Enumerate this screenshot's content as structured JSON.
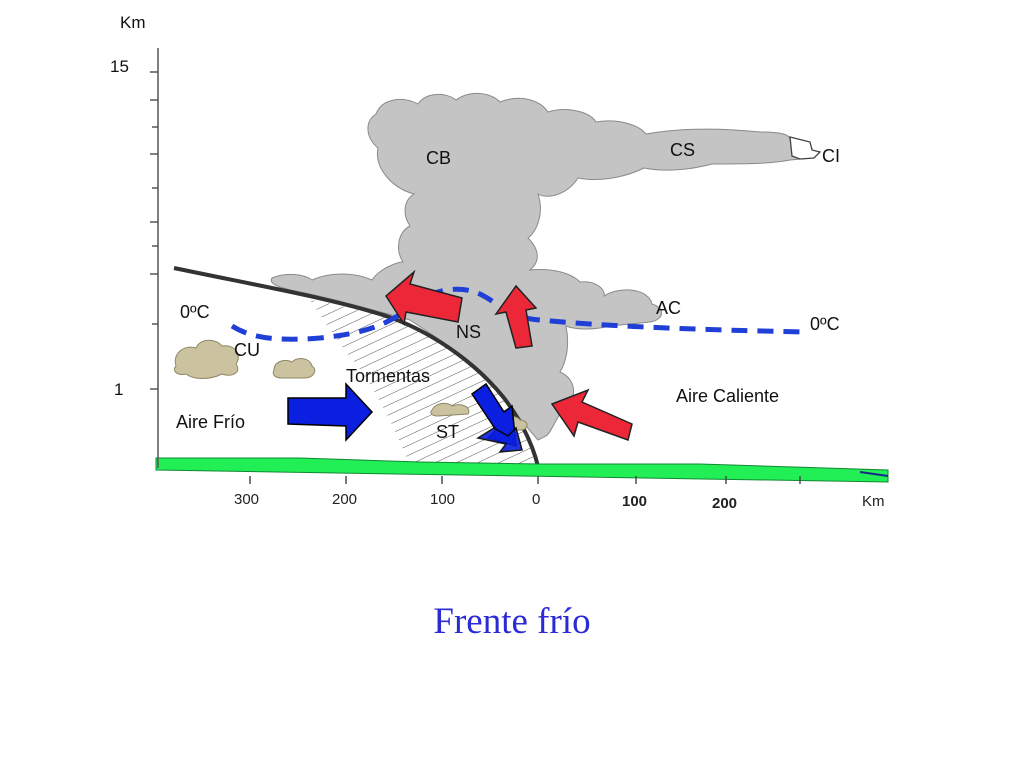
{
  "colors": {
    "cloud_gray": "#c4c4c4",
    "small_cloud": "#cbc39f",
    "cold_arrow": "#0a1fe0",
    "warm_arrow": "#ec2838",
    "freezing_line": "#1f3fd6",
    "ground": "#22ee55",
    "caption": "#2b2bd6"
  },
  "axis": {
    "y_unit": "Km",
    "y_top": "15",
    "y_low": "1",
    "x_unit": "Km",
    "x_ticks": [
      "300",
      "200",
      "100",
      "0",
      "100",
      "200"
    ]
  },
  "labels": {
    "cb": "CB",
    "cs": "CS",
    "ci": "CI",
    "ac": "AC",
    "ns": "NS",
    "cu": "CU",
    "st": "ST",
    "tormentas": "Tormentas",
    "zero_left": "0ºC",
    "zero_right": "0ºC",
    "cold_air": "Aire Frío",
    "warm_air": "Aire Caliente"
  },
  "caption": "Frente frío"
}
